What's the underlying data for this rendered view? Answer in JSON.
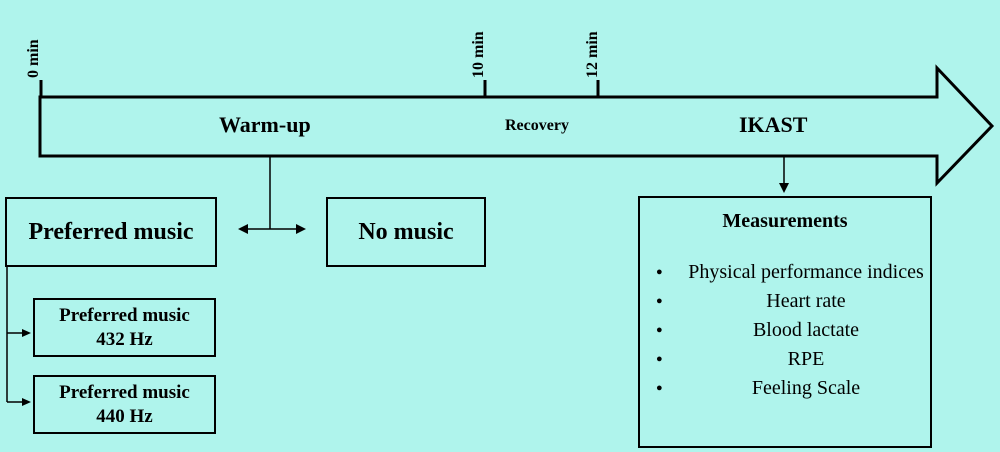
{
  "timeline": {
    "time_labels": [
      "0 min",
      "10 min",
      "12 min"
    ],
    "phases": {
      "warmup": "Warm-up",
      "recovery": "Recovery",
      "test": "IKAST"
    }
  },
  "conditions": {
    "preferred": "Preferred music",
    "no_music": "No music",
    "sub": [
      {
        "line1": "Preferred music",
        "line2": "432 Hz"
      },
      {
        "line1": "Preferred music",
        "line2": "440 Hz"
      }
    ]
  },
  "measurements": {
    "title": "Measurements",
    "items": [
      "Physical performance indices",
      "Heart rate",
      "Blood lactate",
      "RPE",
      "Feeling Scale"
    ]
  },
  "colors": {
    "background": "#aff4ec",
    "arrow_fill": "#aff4ec",
    "stroke": "#000000"
  }
}
